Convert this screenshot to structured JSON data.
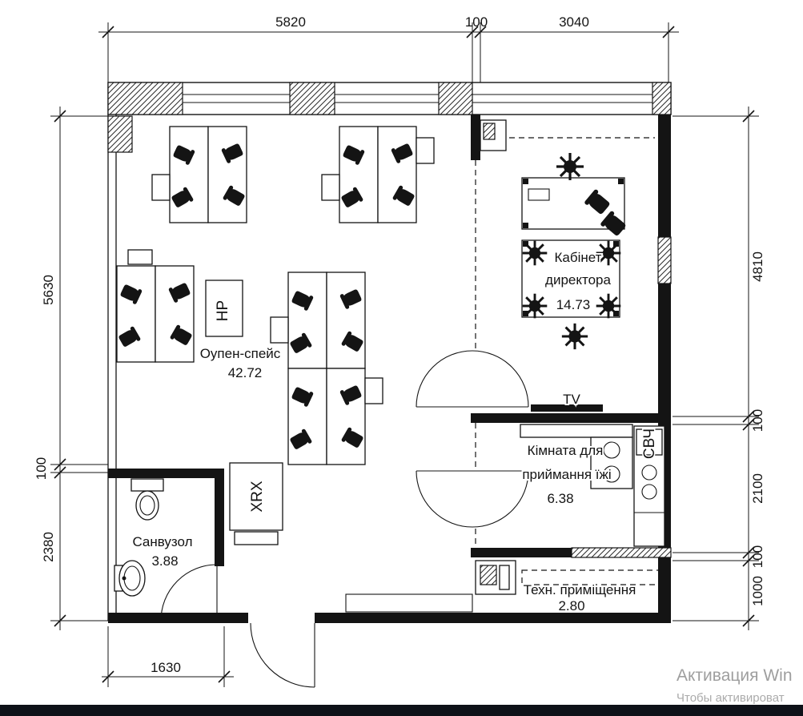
{
  "plan": {
    "dimensions": {
      "top": [
        "5820",
        "100",
        "3040"
      ],
      "left": [
        "5630",
        "100",
        "2380"
      ],
      "right": [
        "4810",
        "100",
        "2100",
        "100",
        "1000"
      ],
      "bottom": [
        "1630"
      ]
    },
    "rooms": {
      "open_space": {
        "name": "Оупен-спейс",
        "area": "42.72"
      },
      "director": {
        "line1": "Кабінет",
        "line2": "директора",
        "area": "14.73"
      },
      "kitchen": {
        "line1": "Кімната для",
        "line2": "приймання їжі",
        "area": "6.38"
      },
      "bathroom": {
        "name": "Санвузол",
        "area": "3.88"
      },
      "tech": {
        "name": "Техн. приміщення",
        "area": "2.80"
      }
    },
    "equipment": {
      "printer": "HP",
      "copier": "XRX",
      "tv": "TV",
      "microwave": "СВЧ"
    }
  },
  "watermark": {
    "line1": "Активация Win",
    "line2": "Чтобы активироват"
  }
}
